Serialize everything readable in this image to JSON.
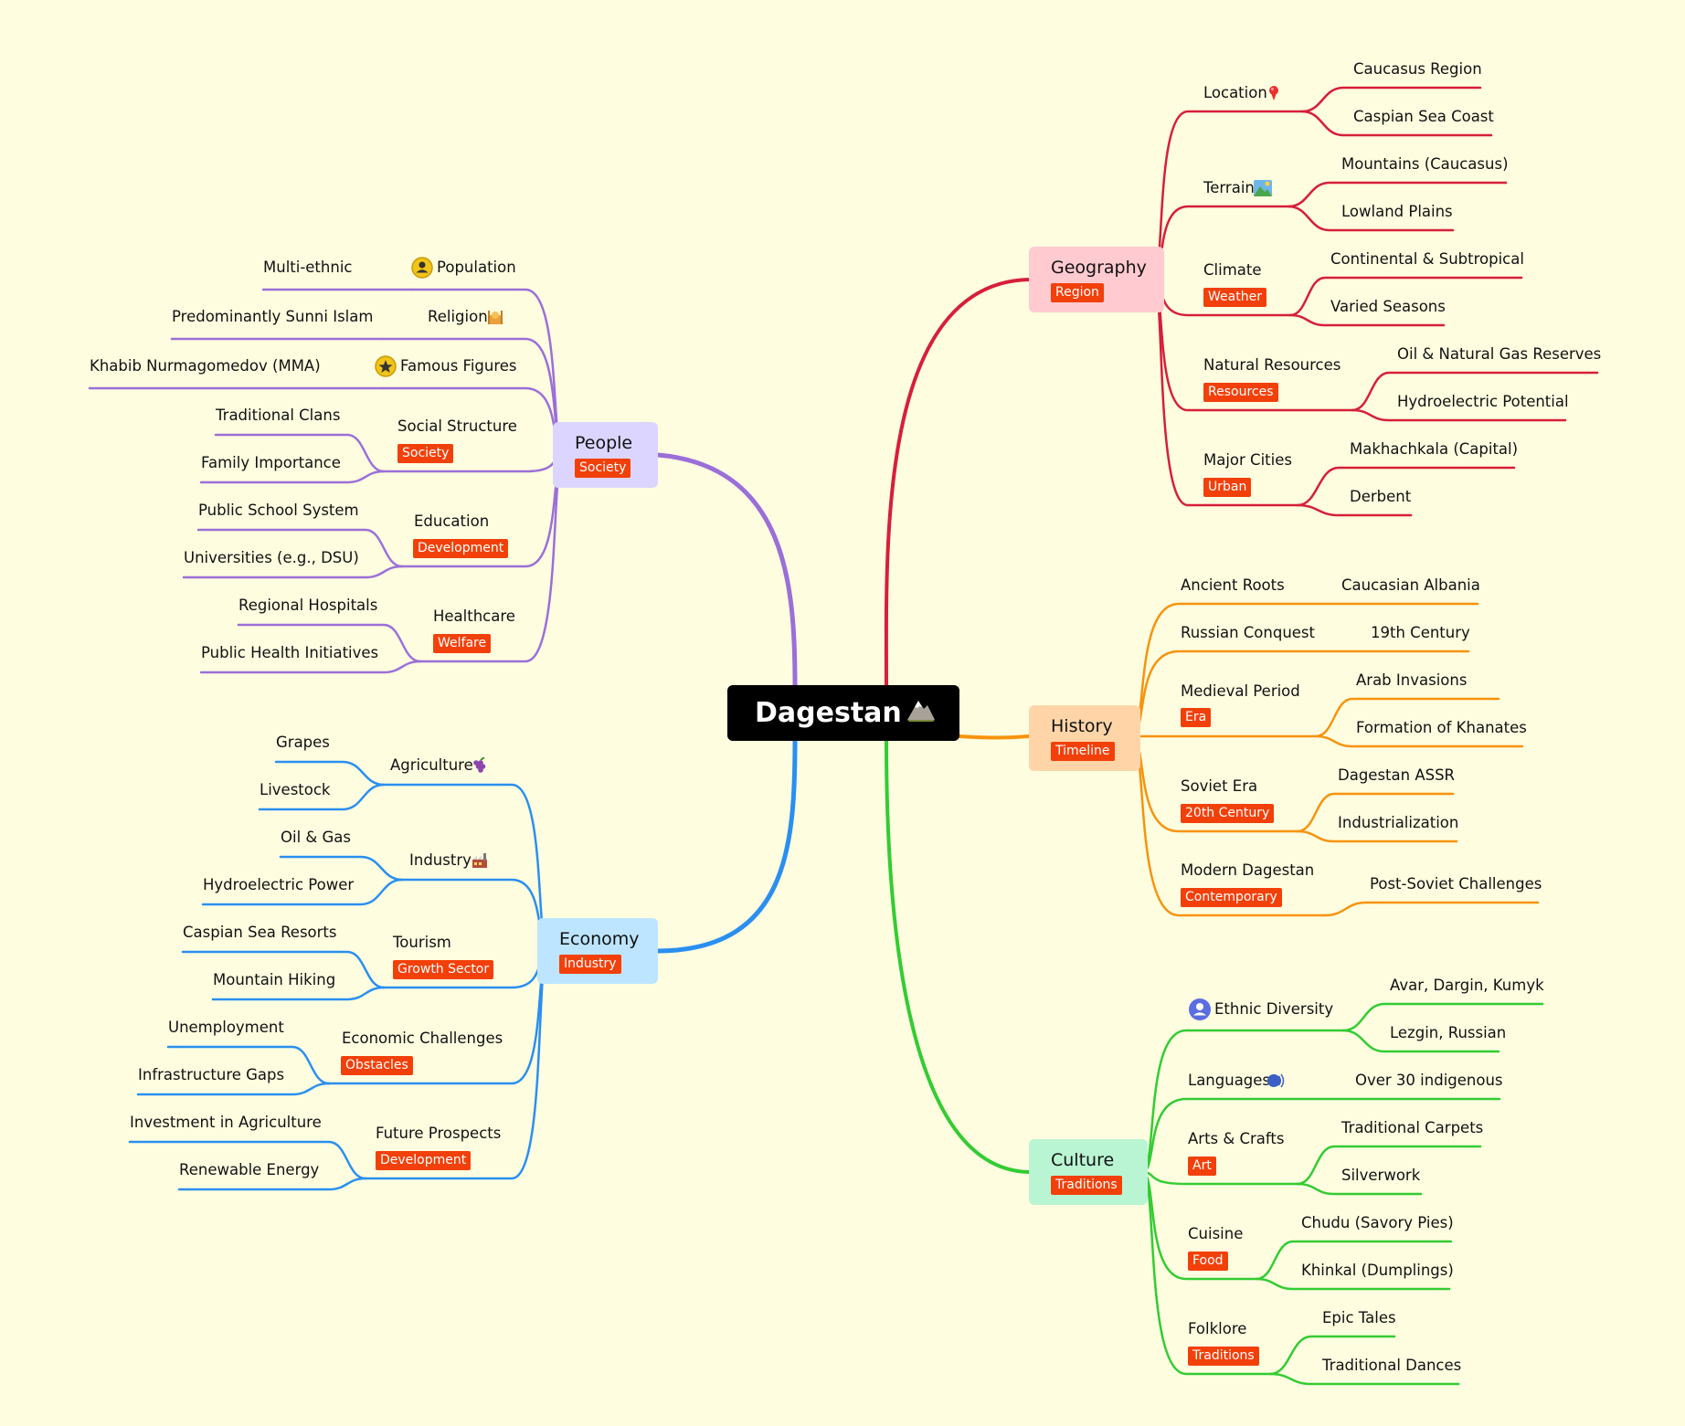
{
  "root": {
    "label": "Dagestan"
  },
  "colors": {
    "people": "#9b6fd8",
    "economy": "#2a8ff0",
    "geography": "#d61f3a",
    "history": "#f7930d",
    "culture": "#33cc33",
    "tag": "#f2400a"
  },
  "people": {
    "label": "People",
    "tag": "Society",
    "population": {
      "label": "Population",
      "icon": "person-icon",
      "child0": "Multi-ethnic"
    },
    "religion": {
      "label": "Religion",
      "icon": "mosque-icon",
      "child0": "Predominantly Sunni Islam"
    },
    "famous": {
      "label": "Famous Figures",
      "icon": "star-icon",
      "child0": "Khabib Nurmagomedov (MMA)"
    },
    "social": {
      "label": "Social Structure",
      "tag": "Society",
      "child0": "Traditional Clans",
      "child1": "Family Importance"
    },
    "education": {
      "label": "Education",
      "tag": "Development",
      "child0": "Public School System",
      "child1": "Universities (e.g., DSU)"
    },
    "healthcare": {
      "label": "Healthcare",
      "tag": "Welfare",
      "child0": "Regional Hospitals",
      "child1": "Public Health Initiatives"
    }
  },
  "economy": {
    "label": "Economy",
    "tag": "Industry",
    "agriculture": {
      "label": "Agriculture",
      "icon": "grapes-icon",
      "child0": "Grapes",
      "child1": "Livestock"
    },
    "industry": {
      "label": "Industry",
      "icon": "factory-icon",
      "child0": "Oil & Gas",
      "child1": "Hydroelectric Power"
    },
    "tourism": {
      "label": "Tourism",
      "tag": "Growth Sector",
      "child0": "Caspian Sea Resorts",
      "child1": "Mountain Hiking"
    },
    "challenges": {
      "label": "Economic Challenges",
      "tag": "Obstacles",
      "child0": "Unemployment",
      "child1": "Infrastructure Gaps"
    },
    "future": {
      "label": "Future Prospects",
      "tag": "Development",
      "child0": "Investment in Agriculture",
      "child1": "Renewable Energy"
    }
  },
  "geography": {
    "label": "Geography",
    "tag": "Region",
    "location": {
      "label": "Location",
      "icon": "pin-icon",
      "child0": "Caucasus Region",
      "child1": "Caspian Sea Coast"
    },
    "terrain": {
      "label": "Terrain",
      "icon": "landscape-icon",
      "child0": "Mountains (Caucasus)",
      "child1": "Lowland Plains"
    },
    "climate": {
      "label": "Climate",
      "tag": "Weather",
      "child0": "Continental & Subtropical",
      "child1": "Varied Seasons"
    },
    "resources": {
      "label": "Natural Resources",
      "tag": "Resources",
      "child0": "Oil & Natural Gas Reserves",
      "child1": "Hydroelectric Potential"
    },
    "cities": {
      "label": "Major Cities",
      "tag": "Urban",
      "child0": "Makhachkala (Capital)",
      "child1": "Derbent"
    }
  },
  "history": {
    "label": "History",
    "tag": "Timeline",
    "ancient": {
      "label": "Ancient Roots",
      "child0": "Caucasian Albania"
    },
    "russian": {
      "label": "Russian Conquest",
      "child0": "19th Century"
    },
    "medieval": {
      "label": "Medieval Period",
      "tag": "Era",
      "child0": "Arab Invasions",
      "child1": "Formation of Khanates"
    },
    "soviet": {
      "label": "Soviet Era",
      "tag": "20th Century",
      "child0": "Dagestan ASSR",
      "child1": "Industrialization"
    },
    "modern": {
      "label": "Modern Dagestan",
      "tag": "Contemporary",
      "child0": "Post-Soviet Challenges"
    }
  },
  "culture": {
    "label": "Culture",
    "tag": "Traditions",
    "ethnic": {
      "label": "Ethnic Diversity",
      "icon": "person-icon",
      "child0": "Avar, Dargin, Kumyk",
      "child1": "Lezgin, Russian"
    },
    "languages": {
      "label": "Languages",
      "icon": "speaking-head-icon",
      "child0": "Over 30 indigenous"
    },
    "arts": {
      "label": "Arts & Crafts",
      "tag": "Art",
      "child0": "Traditional Carpets",
      "child1": "Silverwork"
    },
    "cuisine": {
      "label": "Cuisine",
      "tag": "Food",
      "child0": "Chudu (Savory Pies)",
      "child1": "Khinkal (Dumplings)"
    },
    "folklore": {
      "label": "Folklore",
      "tag": "Traditions",
      "child0": "Epic Tales",
      "child1": "Traditional Dances"
    }
  }
}
